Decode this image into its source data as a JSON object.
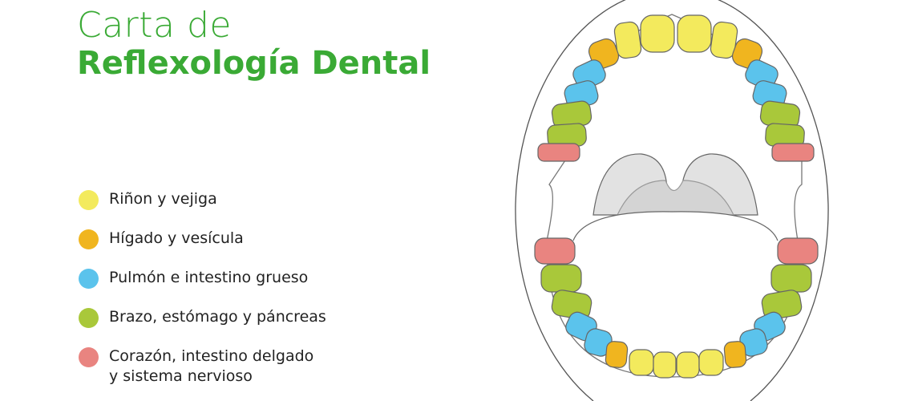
{
  "title": {
    "line1": "Carta de",
    "line2": "Reflexología Dental"
  },
  "colors": {
    "title": "#3aaa35",
    "yellow": "#f3ea5d",
    "orange": "#f0b51f",
    "blue": "#5bc3ec",
    "green": "#a9c83a",
    "red": "#e98480"
  },
  "legend": [
    {
      "label": "Riñon y vejiga",
      "color": "#f3ea5d"
    },
    {
      "label": "Hígado y vesícula",
      "color": "#f0b51f"
    },
    {
      "label": "Pulmón e intestino grueso",
      "color": "#5bc3ec"
    },
    {
      "label": "Brazo, estómago y páncreas",
      "color": "#a9c83a"
    },
    {
      "label": "Corazón, intestino delgado",
      "label2": "y sistema nervioso",
      "color": "#e98480"
    }
  ]
}
